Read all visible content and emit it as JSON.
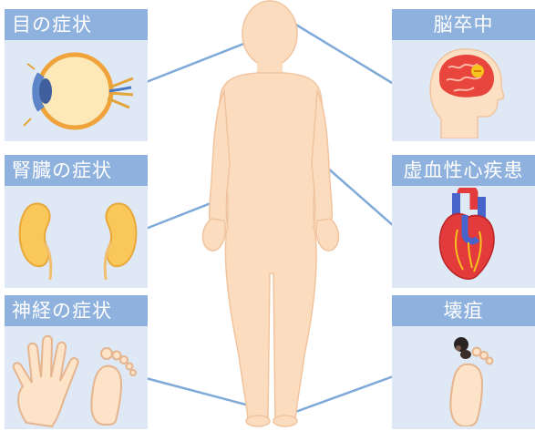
{
  "labels": {
    "eye": "目の症状",
    "kidney": "腎臓の症状",
    "nerve": "神経の症状",
    "stroke": "脳卒中",
    "heart": "虚血性心疾患",
    "gangrene": "壊疽"
  },
  "colors": {
    "header_bg": "#8fb1de",
    "panel_bg": "#dfe9f6",
    "skin": "#fbdcbf",
    "skin_stroke": "#f0c49f",
    "connector": "#7ea9d8"
  }
}
